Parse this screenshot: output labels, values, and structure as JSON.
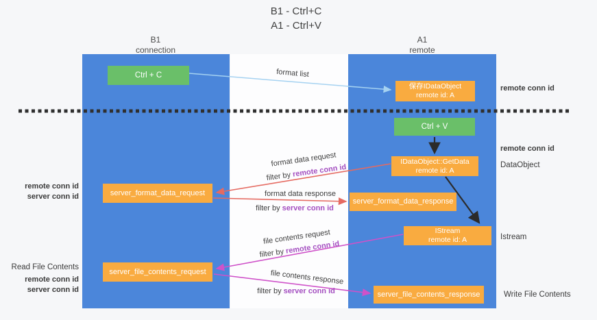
{
  "title": {
    "line1": "B1 - Ctrl+C",
    "line2": "A1 - Ctrl+V"
  },
  "columns": {
    "left": {
      "name": "B1",
      "role": "connection"
    },
    "right": {
      "name": "A1",
      "role": "remote"
    }
  },
  "nodes": {
    "ctrl_c": {
      "label": "Ctrl + C"
    },
    "ctrl_v": {
      "label": "Ctrl + V"
    },
    "save_dataobject": {
      "line1": "保存IDataObject",
      "line2": "remote id: A"
    },
    "getdata": {
      "line1": "IDataObject::GetData",
      "line2": "remote id: A"
    },
    "istream": {
      "line1": "IStream",
      "line2": "remote id: A"
    },
    "server_format_data_request": {
      "label": "server_format_data_request"
    },
    "server_format_data_response": {
      "label": "server_format_data_response"
    },
    "server_file_contents_request": {
      "label": "server_file_contents_request"
    },
    "server_file_contents_response": {
      "label": "server_file_contents_response"
    }
  },
  "annotations": {
    "format_list": "format list",
    "format_data_request": "format data request",
    "format_data_response": "format data response",
    "file_contents_request": "file contents request",
    "file_contents_response": "file contents response",
    "filter_by": "filter by ",
    "remote_conn_id": "remote conn id",
    "server_conn_id": "server conn id"
  },
  "side_labels": {
    "remote_conn_id_top_right": "remote conn id",
    "remote_conn_id_mid_right": "remote conn id",
    "dataobject": "DataObject",
    "istream": "Istream",
    "write_file_contents": "Write File Contents",
    "remote_conn_id_left_1": "remote conn id",
    "server_conn_id_left_1": "server conn id",
    "read_file_contents": "Read File Contents",
    "remote_conn_id_left_2": "remote conn id",
    "server_conn_id_left_2": "server conn id"
  },
  "colors": {
    "lifeline_blue": "#4b86da",
    "node_orange": "#f9ab40",
    "node_green": "#6abf69",
    "remote_conn_purple": "#a44fc0",
    "server_conn_green": "#67c06b",
    "request_red": "#e56a61",
    "file_magenta": "#cf52c9",
    "format_list_blue": "#a5d2f1",
    "arrow_black": "#2b2b2b"
  }
}
